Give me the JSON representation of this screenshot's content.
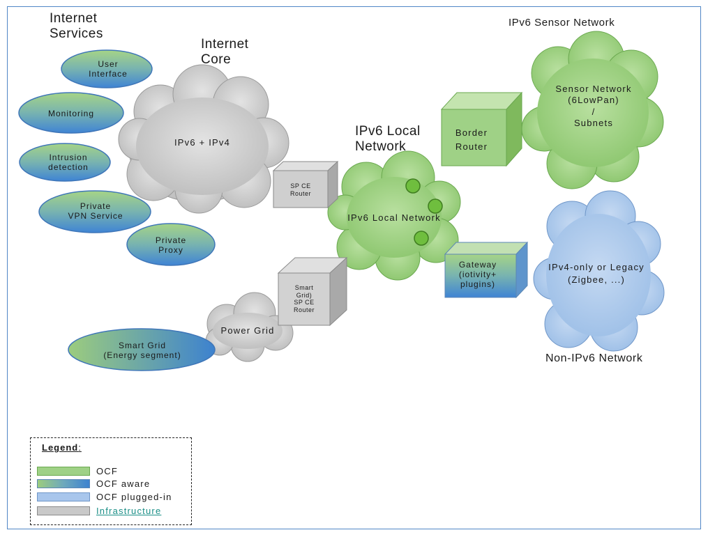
{
  "labels": {
    "internet_services": "Internet\nServices",
    "internet_core": "Internet\nCore",
    "core_cloud": "IPv6 + IPv4",
    "local_network_title": "IPv6 Local\nNetwork",
    "local_cloud": "IPv6 Local Network",
    "sensor_title": "IPv6 Sensor Network",
    "sensor_cloud": "Sensor Network\n(6LowPan)\n/\nSubnets",
    "legacy_cloud": "IPv4-only or Legacy\n(Zigbee, ...)",
    "non_ipv6_title": "Non-IPv6 Network",
    "power_grid": "Power Grid"
  },
  "services": [
    "User\nInterface",
    "Monitoring",
    "Intrusion\ndetection",
    "Private\nVPN Service",
    "Private\nProxy",
    "Smart Grid\n(Energy segment)"
  ],
  "devices": {
    "sp_ce_router": "SP CE\nRouter",
    "smart_grid_router": "Smart\nGrid)\nSP CE\nRouter",
    "border_router": "Border\nRouter",
    "gateway": "Gateway\n(iotivity+\nplugins)"
  },
  "legend": {
    "title": "Legend",
    "items": [
      {
        "label": "OCF",
        "kind": "ocf"
      },
      {
        "label": "OCF aware",
        "kind": "aware"
      },
      {
        "label": "OCF plugged-in",
        "kind": "plug"
      },
      {
        "label": "Infrastructure",
        "kind": "infra"
      }
    ]
  },
  "colors": {
    "ocf": "#9fd186",
    "ocf_stroke": "#6aa84f",
    "aware_start": "#9ccc7e",
    "aware_end": "#3d82cf",
    "plugged": "#a8c6ec",
    "infrastructure": "#c9c9c9",
    "frame": "#4f86c6"
  }
}
